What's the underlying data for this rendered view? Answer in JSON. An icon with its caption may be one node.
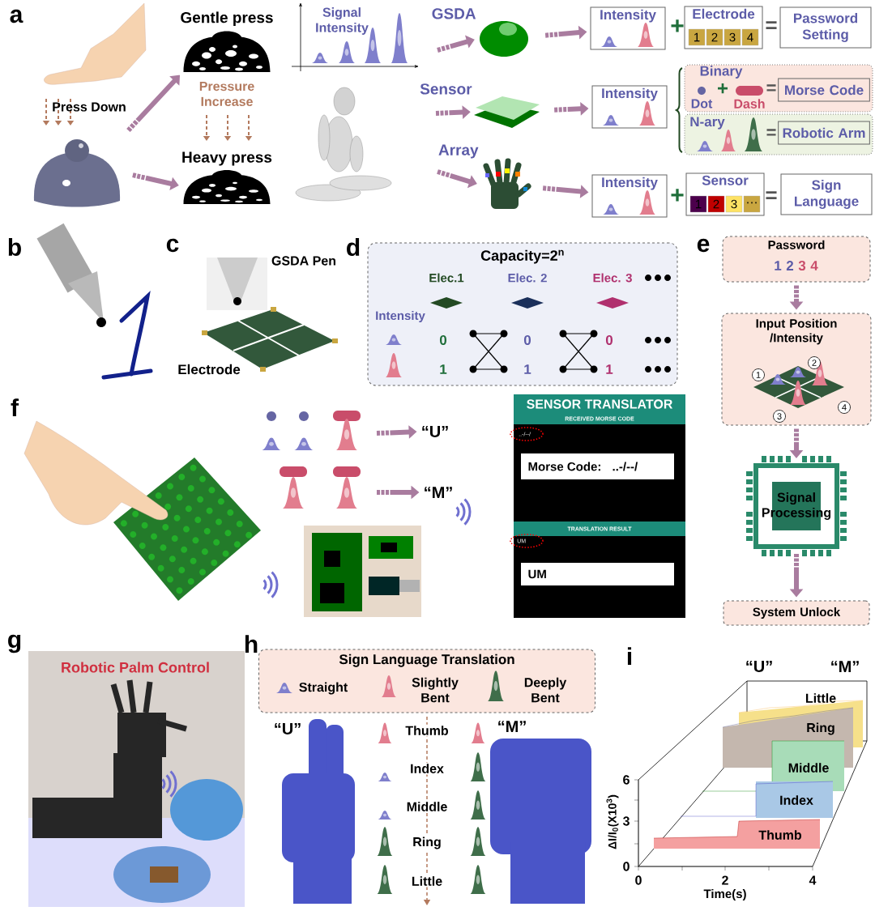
{
  "diagram": {
    "nodes": [
      {
        "text": [],
        "shape": "picture"
      },
      {
        "text": [
          "Gentle press"
        ]
      },
      {
        "text": [
          "Heavy press"
        ]
      },
      {
        "text": [
          "GSDA"
        ]
      },
      {
        "text": [
          "Sensor"
        ]
      },
      {
        "text": [
          "Array"
        ]
      },
      {
        "text": [
          "Intensity"
        ]
      },
      {
        "text": [
          "Electrode",
          "1",
          "2",
          "3",
          "4"
        ]
      },
      {
        "text": [
          "Password Setting"
        ]
      },
      {
        "text": [
          "Intensity"
        ]
      },
      {
        "text": [
          "Binary",
          "Dot",
          "+",
          "Dash",
          "="
        ]
      },
      {
        "text": [
          "Morse Code"
        ],
        "in": 10
      },
      {
        "text": [
          "N-ary",
          "="
        ]
      },
      {
        "text": [
          "Robotic Arm"
        ],
        "in": 12
      },
      {
        "text": [
          "Intensity"
        ]
      },
      {
        "text": [
          "Sensor",
          "1",
          "2",
          "3",
          "···"
        ]
      },
      {
        "text": [
          "Sign Language"
        ]
      },
      {
        "text": [
          "Capacity=2$^{n}$"
        ]
      },
      {
        "text": [
          "Password",
          "1",
          "2",
          "3",
          "4"
        ]
      },
      {
        "text": [
          "Input Position /Intensity",
          "1",
          "2",
          "3",
          "4"
        ]
      },
      {
        "text": [
          "Signal Processing"
        ]
      },
      {
        "text": [
          "System Unlock"
        ]
      },
      {
        "text": [
          "“U”"
        ]
      },
      {
        "text": [
          "“M”"
        ]
      },
      {
        "text": [
          "SENSOR TRANSLATOR",
          "RECEIVED MORSE CODE",
          "..-/--/",
          "Morse Code:",
          "..-/--/",
          "TRANSLATION RESULT",
          "UM",
          "UM"
        ]
      },
      {
        "text": [
          "Sign Language Translation",
          "Straight",
          "Slightly Bent",
          "Deeply Bent"
        ]
      }
    ],
    "edges": [
      {
        "from": 0,
        "to": 1,
        "arrow": "to"
      },
      {
        "from": 0,
        "to": 2,
        "arrow": "to"
      },
      {
        "from": null,
        "to": 3,
        "arrow": "to"
      },
      {
        "from": null,
        "to": 4,
        "arrow": "to"
      },
      {
        "from": null,
        "to": 5,
        "arrow": "to"
      },
      {
        "from": 3,
        "to": 6,
        "arrow": "to"
      },
      {
        "from": 4,
        "to": 9,
        "arrow": "to"
      },
      {
        "from": 5,
        "to": 14,
        "arrow": "to"
      },
      {
        "from": 18,
        "to": 19,
        "arrow": "to"
      },
      {
        "from": 19,
        "to": 20,
        "arrow": "to"
      },
      {
        "from": 20,
        "to": 21,
        "arrow": "to"
      },
      {
        "from": null,
        "to": 22,
        "arrow": "to"
      },
      {
        "from": null,
        "to": 23,
        "arrow": "to"
      }
    ],
    "labels": [
      "a",
      "Press Down",
      "Pressure Increase",
      "Signal Intensity",
      "+",
      "=",
      "+",
      "=",
      "b",
      "c",
      "GSDA Pen",
      "Electrode",
      "d",
      "Elec.1",
      "Elec. 2",
      "Elec. 3",
      "Intensity",
      "0",
      "0",
      "0",
      "1",
      "1",
      "1",
      "e",
      "f",
      "g",
      "Robotic Palm Control",
      "h",
      "“U”",
      "Thumb",
      "“M”",
      "Index",
      "Middle",
      "Ring",
      "Little",
      "i",
      "“U”",
      "“M”",
      "Little",
      "Ring",
      "Middle",
      "Index",
      "Thumb",
      "6",
      "3",
      "0",
      "0",
      "2",
      "4",
      "ΔI/I$_{0}$(X10$^{3}$)",
      "Time(s)"
    ]
  }
}
